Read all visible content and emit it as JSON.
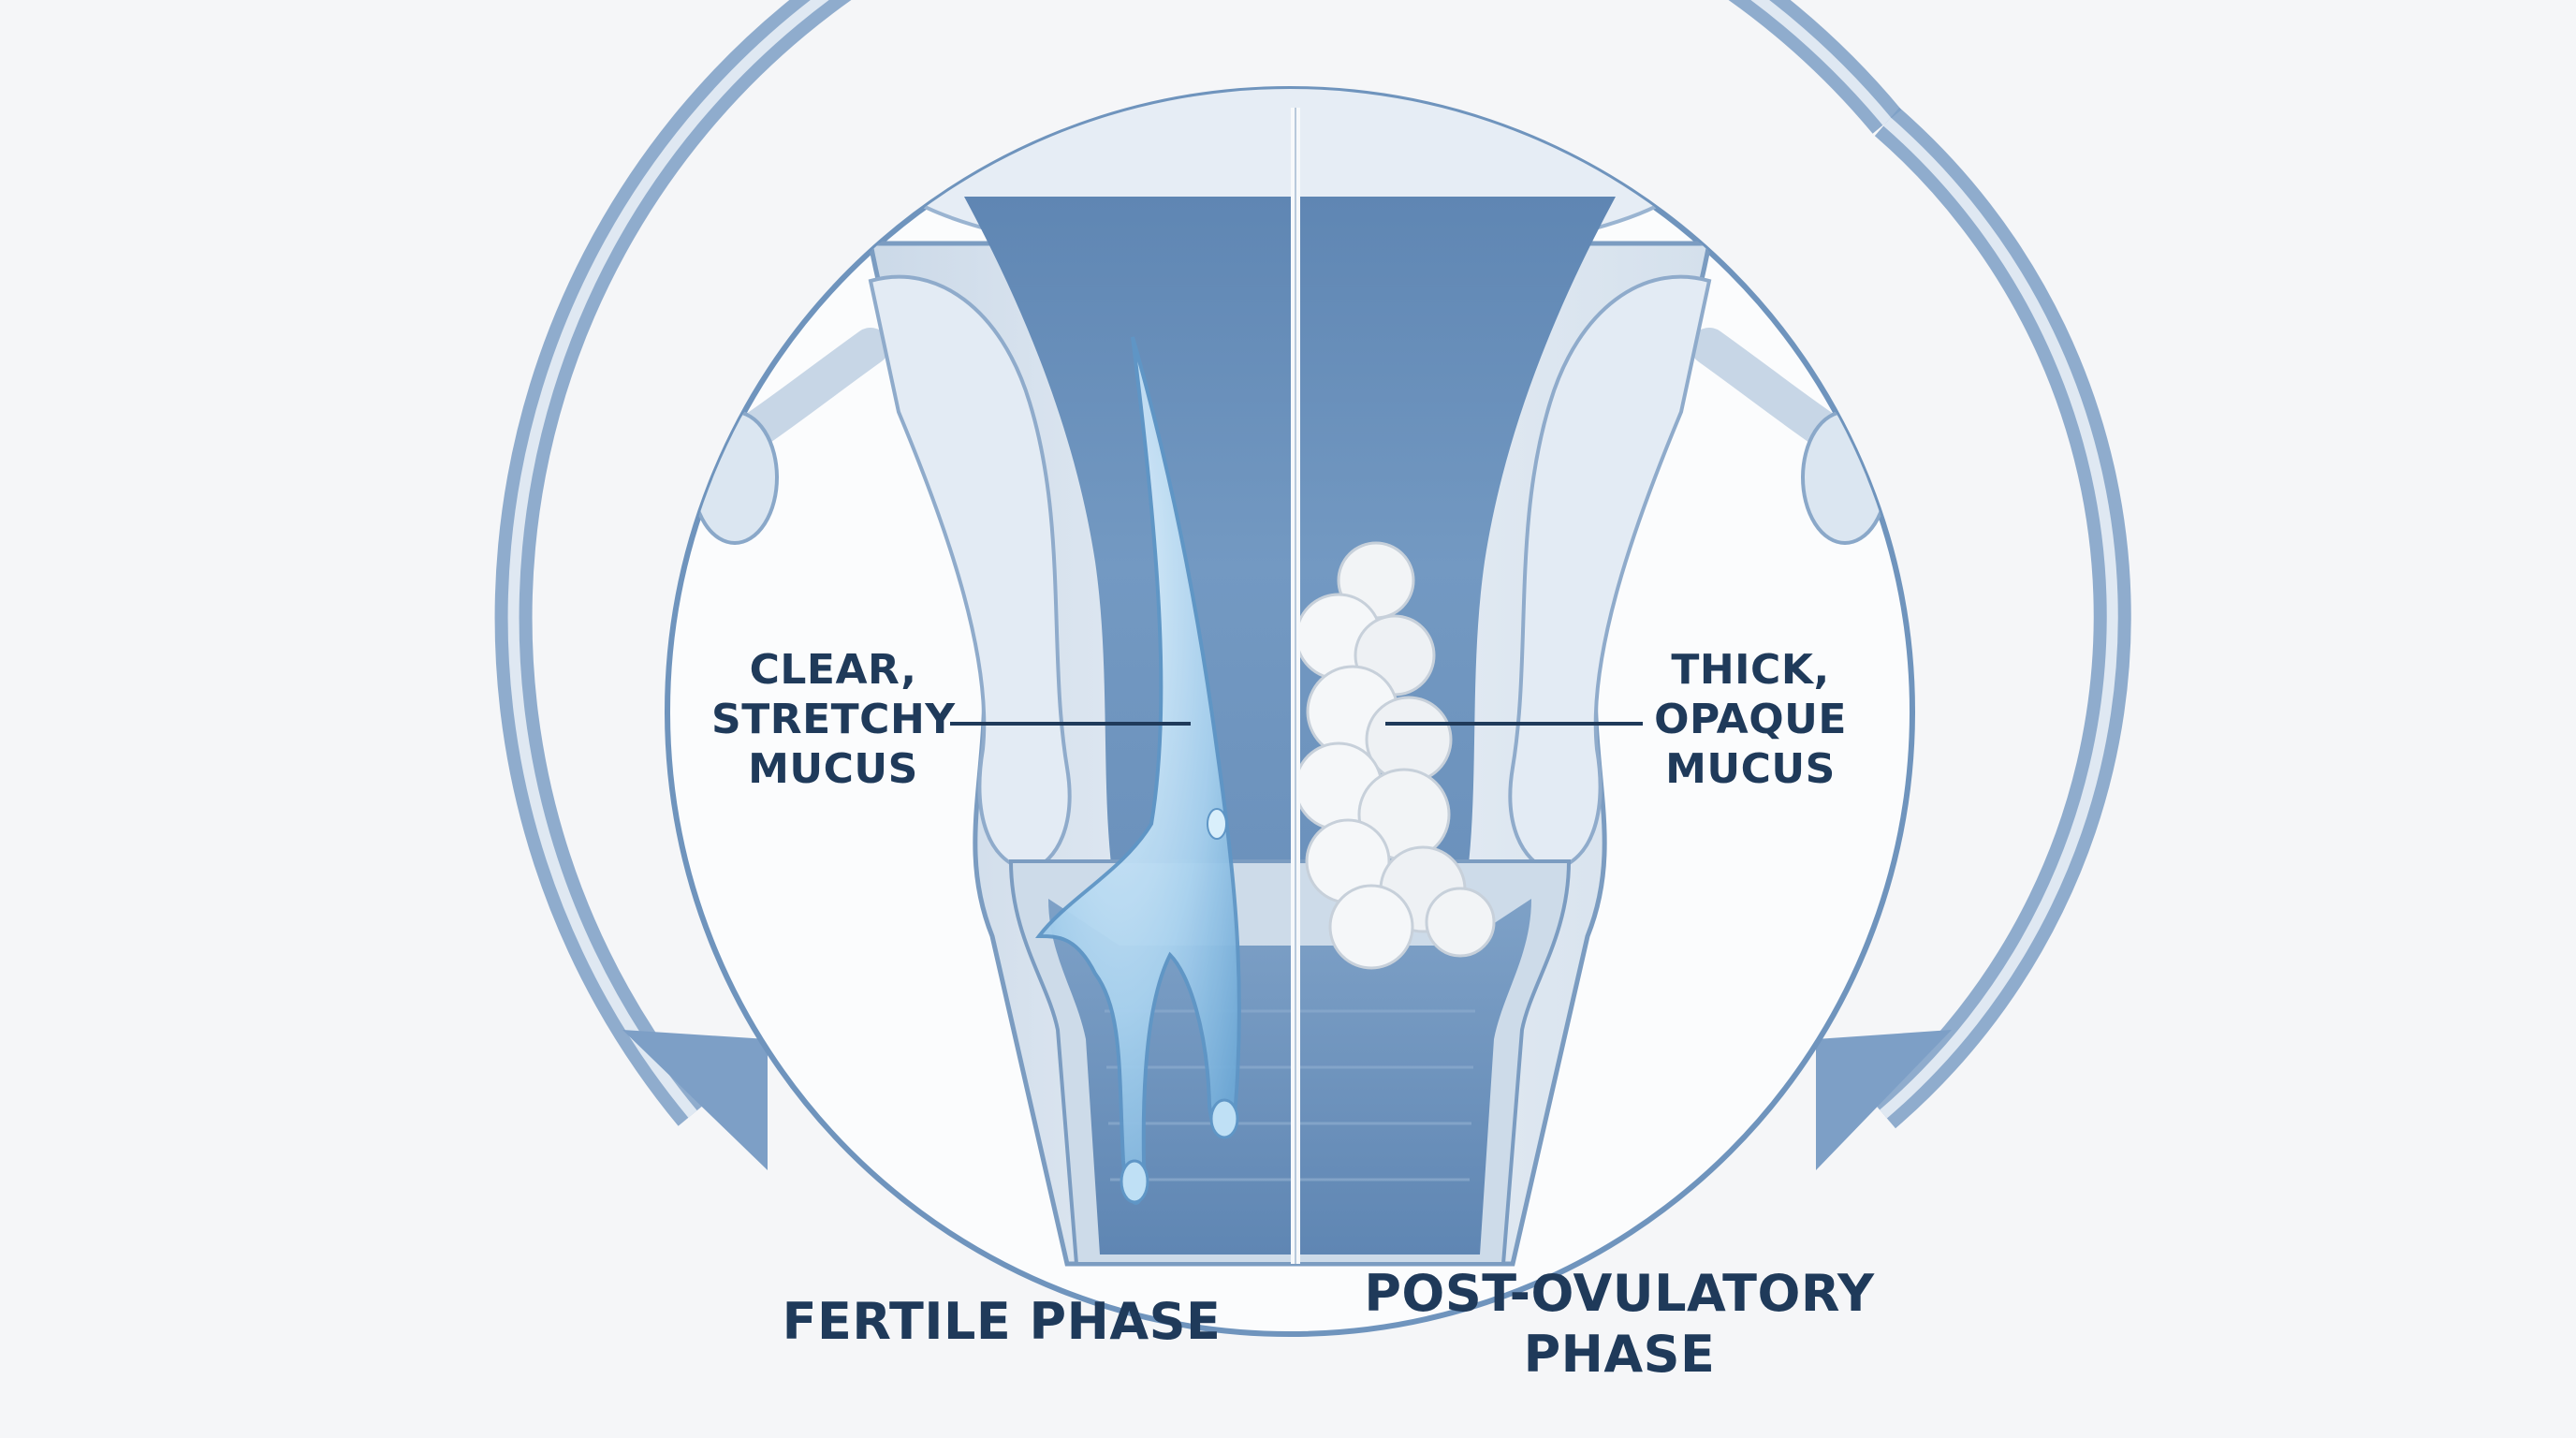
{
  "left_callout": "CLEAR,\nSTRETCHY\nMUCUS",
  "right_callout": "THICK,\nOPAQUE\nMUCUS",
  "left_phase": "FERTILE PHASE",
  "right_phase": "POST-OVULATORY\nPHASE",
  "colors": {
    "background": "#f5f6f8",
    "text": "#1f3a5a",
    "tissue_light": "#dfe8f1",
    "cavity": "#6f94bd",
    "arrow": "#7d9fc6",
    "outline": "#5f84ae",
    "mucus_clear": "#a9d2ef",
    "mucus_thick": "#f3f5f7"
  }
}
